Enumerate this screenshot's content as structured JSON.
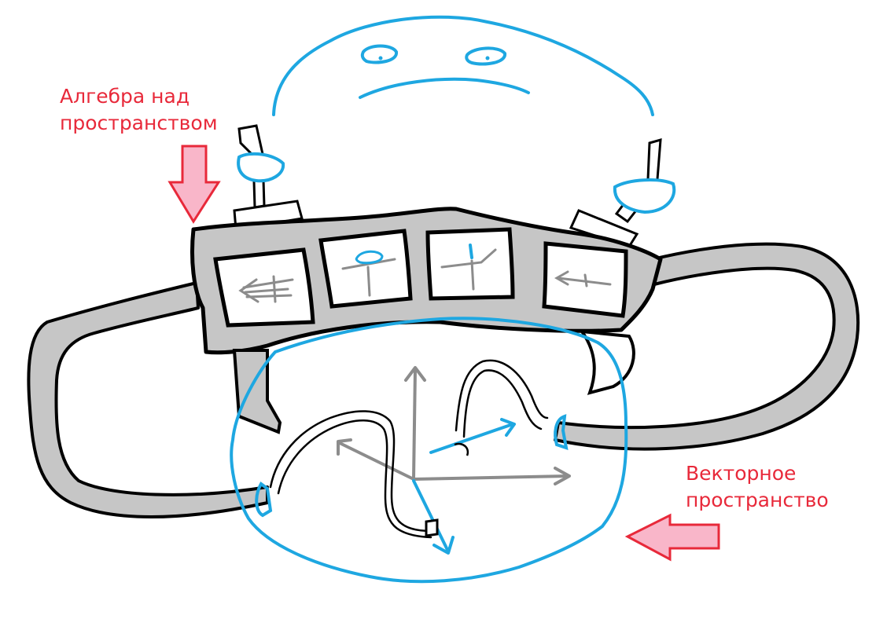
{
  "labels": {
    "algebra": [
      "Алгебра над",
      "пространством"
    ],
    "vector": [
      "Векторное",
      "пространство"
    ]
  },
  "colors": {
    "label_text": "#e8293a",
    "arrow_fill": "#f9b6c9",
    "arrow_stroke": "#e8293a",
    "blue_outline": "#1ea7e1",
    "band_fill": "#c6c6c6",
    "band_stroke": "#000000",
    "vector_gray": "#8c8c8c"
  },
  "icons": {
    "arrow_down": "arrow-down-icon",
    "arrow_left": "arrow-left-icon"
  }
}
